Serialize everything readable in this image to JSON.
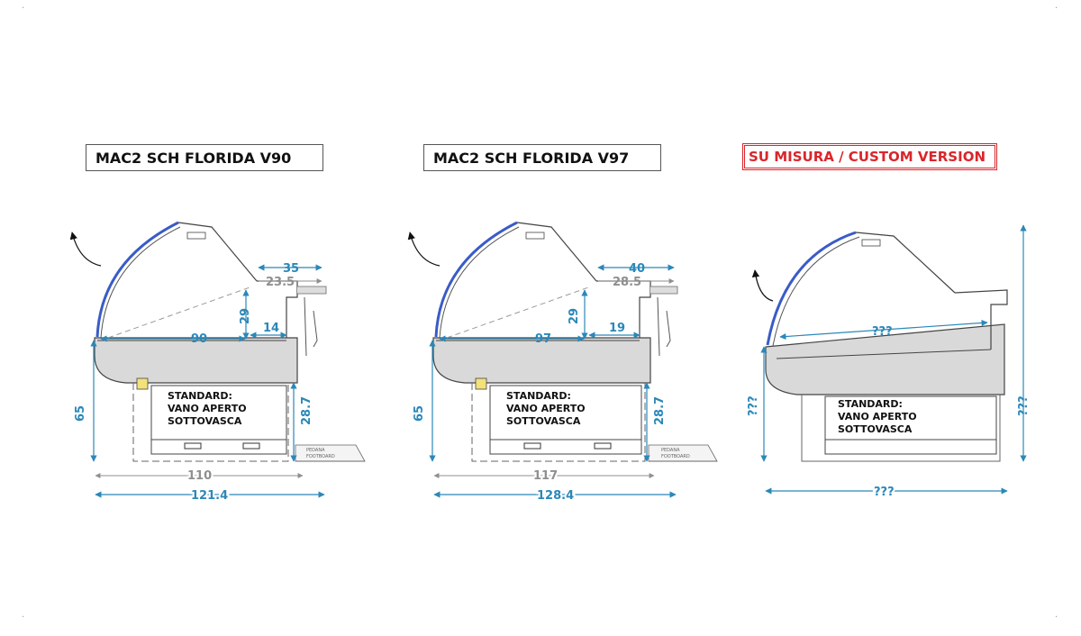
{
  "panels": [
    {
      "title": "MAC2 SCH FLORIDA V90",
      "dims": {
        "top_width": "35",
        "top_inner": "23.5",
        "glass_height": "29",
        "step": "14",
        "tray_depth": "90",
        "counter_height": "65",
        "base_height": "28.7",
        "base_depth": "110",
        "overall_depth": "121.4"
      },
      "note": [
        "STANDARD:",
        "VANO APERTO",
        "SOTTOVASCA"
      ],
      "footboard": [
        "PEDANA",
        "FOOTBOARD"
      ]
    },
    {
      "title": "MAC2 SCH FLORIDA V97",
      "dims": {
        "top_width": "40",
        "top_inner": "28.5",
        "glass_height": "29",
        "step": "19",
        "tray_depth": "97",
        "counter_height": "65",
        "base_height": "28.7",
        "base_depth": "117",
        "overall_depth": "128.4"
      },
      "note": [
        "STANDARD:",
        "VANO APERTO",
        "SOTTOVASCA"
      ],
      "footboard": [
        "PEDANA",
        "FOOTBOARD"
      ]
    },
    {
      "title": "SU MISURA / CUSTOM VERSION",
      "dims": {
        "tray_depth": "???",
        "counter_height": "???",
        "total_height": "???",
        "overall_depth": "???"
      },
      "note": [
        "STANDARD:",
        "VANO APERTO",
        "SOTTOVASCA"
      ]
    }
  ],
  "colors": {
    "dimension": "#2b88b8",
    "secondary_dimension": "#8f8f8f",
    "custom_title": "#d9262b",
    "body_fill": "#d9d9d9",
    "glass": "#3a5bc7"
  }
}
